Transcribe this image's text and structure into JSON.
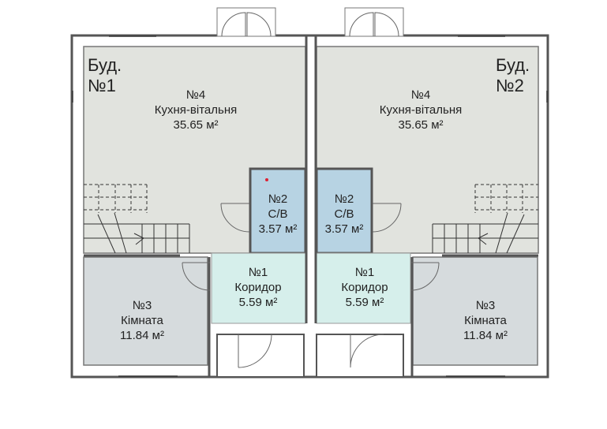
{
  "colors": {
    "kitchen": "#e1e3de",
    "room": "#d6dbdd",
    "bath": "#b7d3e3",
    "corridor": "#d6efeb",
    "wall": "#555555"
  },
  "buildings": [
    {
      "title_line1": "Буд.",
      "title_line2": "№1",
      "kitchen": {
        "num": "№4",
        "name": "Кухня-вітальня",
        "area": "35.65 м²"
      },
      "bath": {
        "num": "№2",
        "name": "С/В",
        "area": "3.57 м²"
      },
      "corridor": {
        "num": "№1",
        "name": "Коридор",
        "area": "5.59 м²"
      },
      "room": {
        "num": "№3",
        "name": "Кімната",
        "area": "11.84 м²"
      }
    },
    {
      "title_line1": "Буд.",
      "title_line2": "№2",
      "kitchen": {
        "num": "№4",
        "name": "Кухня-вітальня",
        "area": "35.65 м²"
      },
      "bath": {
        "num": "№2",
        "name": "С/В",
        "area": "3.57 м²"
      },
      "corridor": {
        "num": "№1",
        "name": "Коридор",
        "area": "5.59 м²"
      },
      "room": {
        "num": "№3",
        "name": "Кімната",
        "area": "11.84 м²"
      }
    }
  ]
}
